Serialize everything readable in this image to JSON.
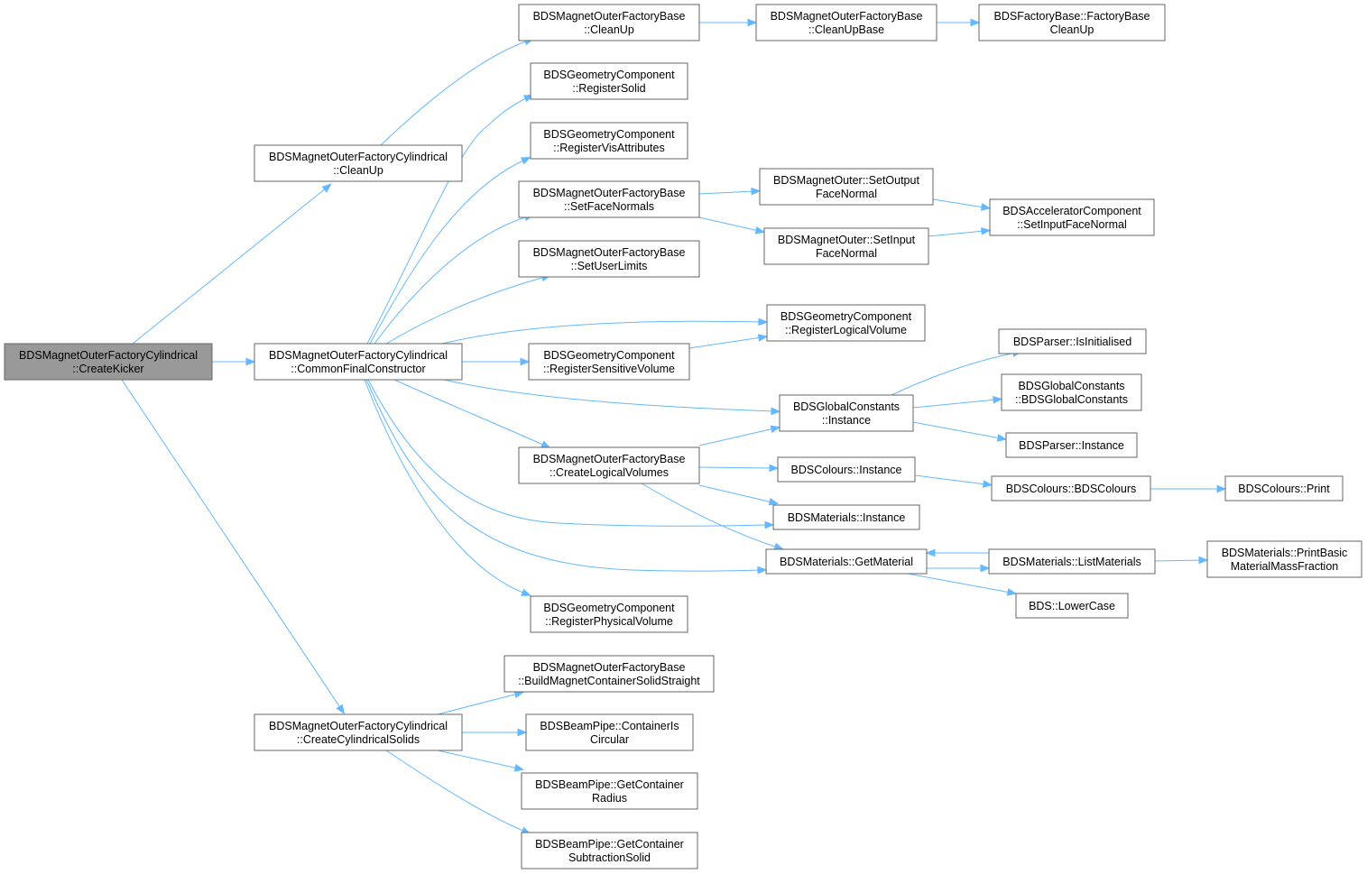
{
  "colors": {
    "edge": "#63b8ff",
    "node_border": "#666666",
    "root_fill": "#999999",
    "node_fill": "#ffffff"
  },
  "nodes": [
    {
      "id": "root",
      "lines": [
        "BDSMagnetOuterFactoryCylindrical",
        "::CreateKicker"
      ],
      "root": true
    },
    {
      "id": "cleanup_cyl",
      "lines": [
        "BDSMagnetOuterFactoryCylindrical",
        "::CleanUp"
      ]
    },
    {
      "id": "common",
      "lines": [
        "BDSMagnetOuterFactoryCylindrical",
        "::CommonFinalConstructor"
      ]
    },
    {
      "id": "cylsolids",
      "lines": [
        "BDSMagnetOuterFactoryCylindrical",
        "::CreateCylindricalSolids"
      ]
    },
    {
      "id": "cleanup_base",
      "lines": [
        "BDSMagnetOuterFactoryBase",
        "::CleanUp"
      ]
    },
    {
      "id": "cleanupbase",
      "lines": [
        "BDSMagnetOuterFactoryBase",
        "::CleanUpBase"
      ]
    },
    {
      "id": "factorybase",
      "lines": [
        "BDSFactoryBase::FactoryBase",
        "CleanUp"
      ]
    },
    {
      "id": "regsolid",
      "lines": [
        "BDSGeometryComponent",
        "::RegisterSolid"
      ]
    },
    {
      "id": "regvis",
      "lines": [
        "BDSGeometryComponent",
        "::RegisterVisAttributes"
      ]
    },
    {
      "id": "setface",
      "lines": [
        "BDSMagnetOuterFactoryBase",
        "::SetFaceNormals"
      ]
    },
    {
      "id": "setout",
      "lines": [
        "BDSMagnetOuter::SetOutput",
        "FaceNormal"
      ]
    },
    {
      "id": "setin",
      "lines": [
        "BDSMagnetOuter::SetInput",
        "FaceNormal"
      ]
    },
    {
      "id": "accinput",
      "lines": [
        "BDSAcceleratorComponent",
        "::SetInputFaceNormal"
      ]
    },
    {
      "id": "userlim",
      "lines": [
        "BDSMagnetOuterFactoryBase",
        "::SetUserLimits"
      ]
    },
    {
      "id": "reglog",
      "lines": [
        "BDSGeometryComponent",
        "::RegisterLogicalVolume"
      ]
    },
    {
      "id": "regsens",
      "lines": [
        "BDSGeometryComponent",
        "::RegisterSensitiveVolume"
      ]
    },
    {
      "id": "parserinit",
      "lines": [
        "BDSParser::IsInitialised"
      ]
    },
    {
      "id": "gcinst",
      "lines": [
        "BDSGlobalConstants",
        "::Instance"
      ]
    },
    {
      "id": "gcctor",
      "lines": [
        "BDSGlobalConstants",
        "::BDSGlobalConstants"
      ]
    },
    {
      "id": "parserinst",
      "lines": [
        "BDSParser::Instance"
      ]
    },
    {
      "id": "createlog",
      "lines": [
        "BDSMagnetOuterFactoryBase",
        "::CreateLogicalVolumes"
      ]
    },
    {
      "id": "colinst",
      "lines": [
        "BDSColours::Instance"
      ]
    },
    {
      "id": "colctor",
      "lines": [
        "BDSColours::BDSColours"
      ]
    },
    {
      "id": "colprint",
      "lines": [
        "BDSColours::Print"
      ]
    },
    {
      "id": "matinst",
      "lines": [
        "BDSMaterials::Instance"
      ]
    },
    {
      "id": "getmat",
      "lines": [
        "BDSMaterials::GetMaterial"
      ]
    },
    {
      "id": "listmat",
      "lines": [
        "BDSMaterials::ListMaterials"
      ]
    },
    {
      "id": "printbasic",
      "lines": [
        "BDSMaterials::PrintBasic",
        "MaterialMassFraction"
      ]
    },
    {
      "id": "lower",
      "lines": [
        "BDS::LowerCase"
      ]
    },
    {
      "id": "regphys",
      "lines": [
        "BDSGeometryComponent",
        "::RegisterPhysicalVolume"
      ]
    },
    {
      "id": "buildcont",
      "lines": [
        "BDSMagnetOuterFactoryBase",
        "::BuildMagnetContainerSolidStraight"
      ]
    },
    {
      "id": "contcirc",
      "lines": [
        "BDSBeamPipe::ContainerIs",
        "Circular"
      ]
    },
    {
      "id": "contrad",
      "lines": [
        "BDSBeamPipe::GetContainer",
        "Radius"
      ]
    },
    {
      "id": "contsub",
      "lines": [
        "BDSBeamPipe::GetContainer",
        "SubtractionSolid"
      ]
    }
  ],
  "edges": [
    [
      "root",
      "cleanup_cyl"
    ],
    [
      "root",
      "common"
    ],
    [
      "root",
      "cylsolids"
    ],
    [
      "cleanup_cyl",
      "cleanup_base"
    ],
    [
      "cleanup_base",
      "cleanupbase"
    ],
    [
      "cleanupbase",
      "factorybase"
    ],
    [
      "common",
      "regsolid"
    ],
    [
      "common",
      "regvis"
    ],
    [
      "common",
      "setface"
    ],
    [
      "common",
      "userlim"
    ],
    [
      "common",
      "reglog"
    ],
    [
      "common",
      "regsens"
    ],
    [
      "common",
      "gcinst"
    ],
    [
      "common",
      "createlog"
    ],
    [
      "common",
      "matinst"
    ],
    [
      "common",
      "getmat"
    ],
    [
      "common",
      "regphys"
    ],
    [
      "setface",
      "setout"
    ],
    [
      "setface",
      "setin"
    ],
    [
      "setout",
      "accinput"
    ],
    [
      "setin",
      "accinput"
    ],
    [
      "regsens",
      "reglog"
    ],
    [
      "gcinst",
      "parserinit"
    ],
    [
      "gcinst",
      "gcctor"
    ],
    [
      "gcinst",
      "parserinst"
    ],
    [
      "createlog",
      "gcinst"
    ],
    [
      "createlog",
      "colinst"
    ],
    [
      "createlog",
      "matinst"
    ],
    [
      "createlog",
      "getmat"
    ],
    [
      "colinst",
      "colctor"
    ],
    [
      "colctor",
      "colprint"
    ],
    [
      "getmat",
      "listmat"
    ],
    [
      "getmat",
      "lower"
    ],
    [
      "listmat",
      "getmat"
    ],
    [
      "listmat",
      "printbasic"
    ],
    [
      "cylsolids",
      "buildcont"
    ],
    [
      "cylsolids",
      "contcirc"
    ],
    [
      "cylsolids",
      "contrad"
    ],
    [
      "cylsolids",
      "contsub"
    ]
  ]
}
